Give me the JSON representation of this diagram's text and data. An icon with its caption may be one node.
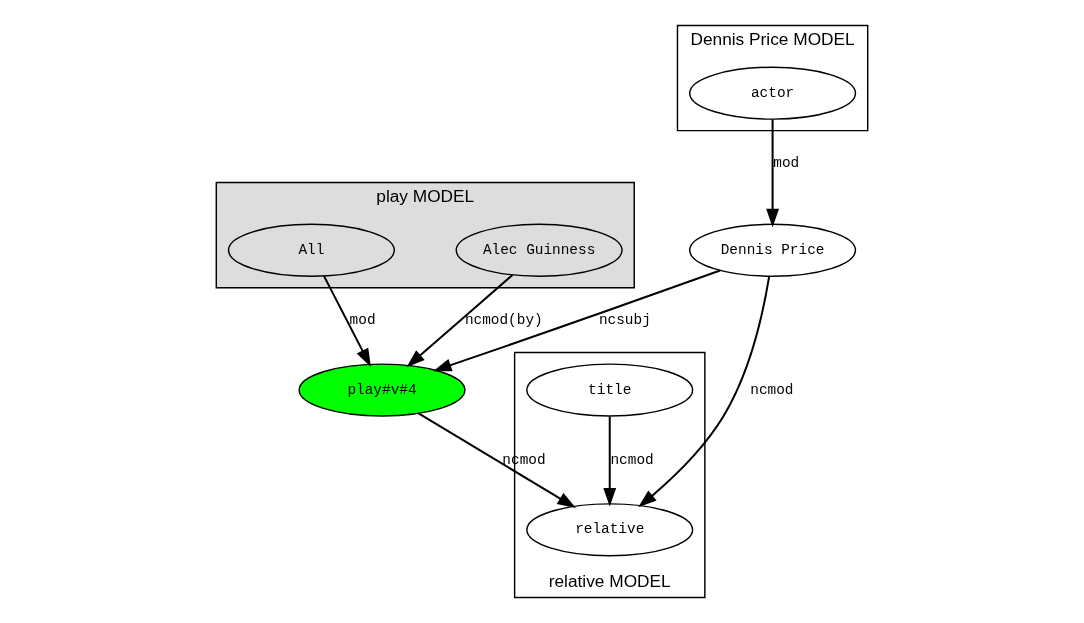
{
  "diagram": {
    "nodes": [
      {
        "text": [
          "play MODEL"
        ]
      },
      {
        "text": [
          "All"
        ],
        "in": 0
      },
      {
        "text": [
          "Alec Guinness"
        ],
        "in": 0
      },
      {
        "text": [
          "Dennis Price MODEL"
        ]
      },
      {
        "text": [
          "actor"
        ],
        "in": 3
      },
      {
        "text": [
          "Dennis Price"
        ]
      },
      {
        "text": [
          "play#v#4"
        ]
      },
      {
        "text": [
          "relative MODEL"
        ]
      },
      {
        "text": [
          "relative"
        ],
        "in": 7
      },
      {
        "text": [
          "title"
        ],
        "in": 7
      }
    ],
    "edges": [
      {
        "from": 1,
        "to": 6,
        "arrow": "to",
        "label": "mod"
      },
      {
        "from": 2,
        "to": 6,
        "arrow": "to",
        "label": "ncmod(by)"
      },
      {
        "from": 5,
        "to": 6,
        "arrow": "to",
        "label": "ncsubj"
      },
      {
        "from": 4,
        "to": 5,
        "arrow": "to",
        "label": "mod"
      },
      {
        "from": 6,
        "to": 8,
        "arrow": "to",
        "label": "ncmod"
      },
      {
        "from": 9,
        "to": 8,
        "arrow": "to",
        "label": "ncmod"
      },
      {
        "from": 5,
        "to": 8,
        "arrow": "to",
        "label": "ncmod"
      }
    ]
  }
}
